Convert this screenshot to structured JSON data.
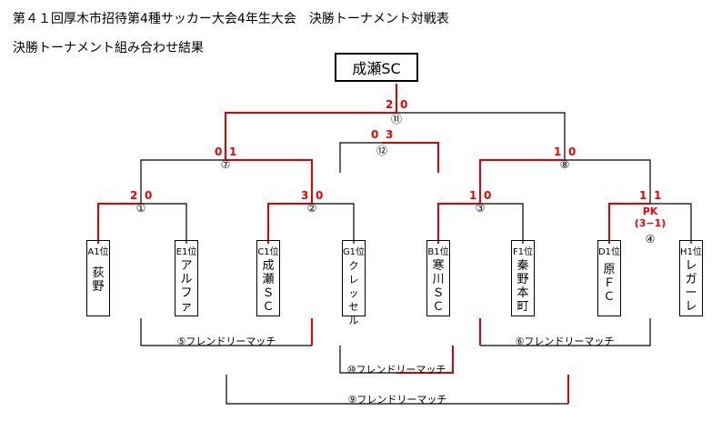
{
  "title": "第４１回厚木市招待第4種サッカー大会4年生大会　決勝トーナメント対戦表",
  "subtitle": "決勝トーナメント組み合わせ結果",
  "champion": "成瀬SC",
  "teams": [
    {
      "seed": "A1位",
      "name": [
        "荻",
        "野"
      ]
    },
    {
      "seed": "E1位",
      "name": [
        "ア",
        "ル",
        "フ",
        "ァ"
      ]
    },
    {
      "seed": "C1位",
      "name": [
        "成",
        "瀬",
        "Ｓ",
        "Ｃ"
      ]
    },
    {
      "seed": "G1位",
      "name": [
        "ク",
        "レ",
        "ッ",
        "セ",
        "ル"
      ]
    },
    {
      "seed": "B1位",
      "name": [
        "寒",
        "川",
        "Ｓ",
        "Ｃ"
      ]
    },
    {
      "seed": "F1位",
      "name": [
        "秦",
        "野",
        "本",
        "町"
      ]
    },
    {
      "seed": "D1位",
      "name": [
        "原",
        "Ｆ",
        "Ｃ"
      ]
    },
    {
      "seed": "H1位",
      "name": [
        "レ",
        "ガ",
        "ー",
        "レ"
      ]
    }
  ],
  "matches": {
    "m1": {
      "label": "①",
      "left": "2",
      "right": "0"
    },
    "m2": {
      "label": "②",
      "left": "3",
      "right": "0"
    },
    "m3": {
      "label": "③",
      "left": "1",
      "right": "0"
    },
    "m4": {
      "label": "④",
      "left": "1",
      "right": "1",
      "pk": [
        "PK",
        "(3−1)"
      ]
    },
    "m7": {
      "label": "⑦",
      "left": "0",
      "right": "1"
    },
    "m8": {
      "label": "⑧",
      "left": "1",
      "right": "0"
    },
    "m11": {
      "label": "⑪",
      "left": "2",
      "right": "0"
    },
    "m12": {
      "label": "⑫",
      "left": "0",
      "right": "3"
    }
  },
  "friendlies": {
    "f5": "⑤フレンドリーマッチ",
    "f6": "⑥フレンドリーマッチ",
    "f10": "⑩フレンドリーマッチ",
    "f9": "⑨フレンドリーマッチ"
  },
  "colors": {
    "winner_line": "#e00000",
    "line": "#000000"
  }
}
